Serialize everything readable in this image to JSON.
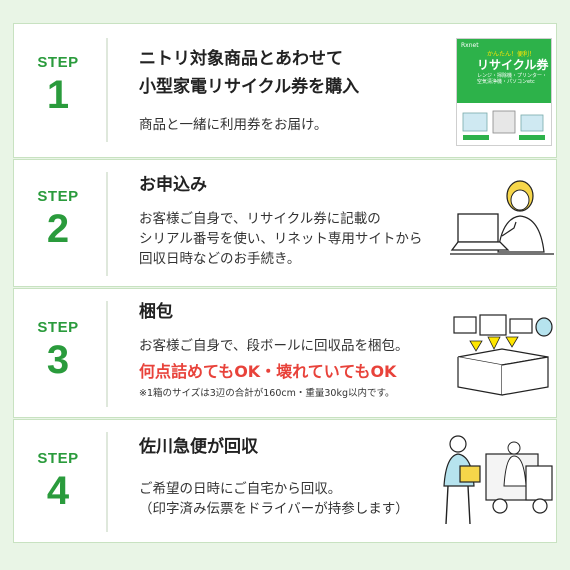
{
  "steps": [
    {
      "label": "STEP",
      "number": "1",
      "title_lines": [
        "ニトリ対象商品とあわせて",
        "小型家電リサイクル券を購入"
      ],
      "desc_lines": [
        "商品と一緒に利用券をお届け。"
      ],
      "coupon": {
        "logo": "Rxnet",
        "sub": "かんたん！便利！",
        "title": "リサイクル券",
        "mini": "レンジ・掃除機・プリンター・空気清浄機・パソコンetc"
      }
    },
    {
      "label": "STEP",
      "number": "2",
      "title_lines": [
        "お申込み"
      ],
      "desc_lines": [
        "お客様ご自身で、リサイクル券に記載の",
        "シリアル番号を使い、リネット専用サイトから",
        "回収日時などのお手続き。"
      ]
    },
    {
      "label": "STEP",
      "number": "3",
      "title_lines": [
        "梱包"
      ],
      "desc_lines": [
        "お客様ご自身で、段ボールに回収品を梱包。"
      ],
      "highlight": "何点詰めてもOK・壊れていてもOK",
      "note": "※1箱のサイズは3辺の合計が160cm・重量30kg以内です。"
    },
    {
      "label": "STEP",
      "number": "4",
      "title_lines": [
        "佐川急便が回収"
      ],
      "desc_lines": [
        "ご希望の日時にご自宅から回収。",
        "（印字済み伝票をドライバーが持参します）"
      ]
    }
  ],
  "colors": {
    "green": "#2a9b3c",
    "red": "#e8423a",
    "bg": "#e9f5e6"
  }
}
